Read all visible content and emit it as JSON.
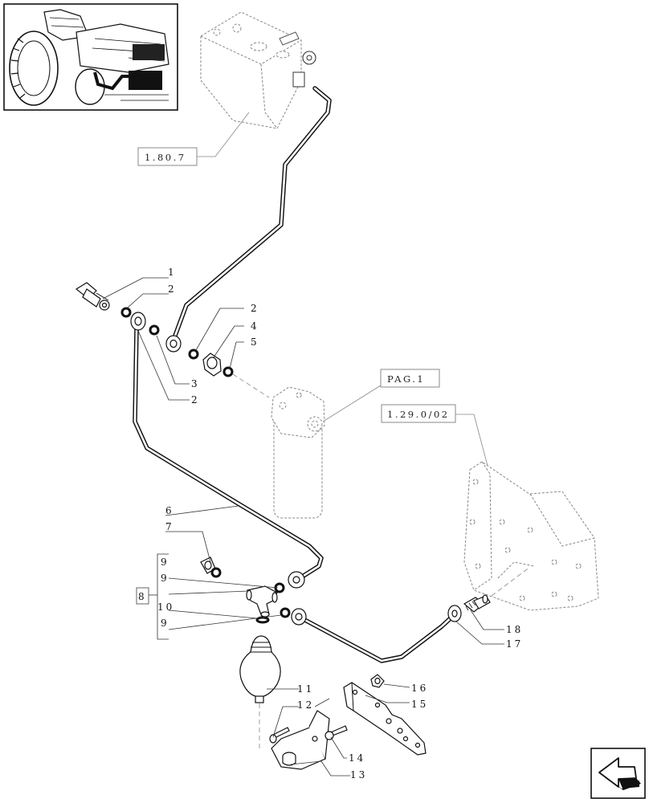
{
  "references": {
    "ref_a": "1.80.7",
    "ref_b": "PAG.1",
    "ref_c": "1.29.0/02"
  },
  "callouts": {
    "c1": "1",
    "c2a": "2",
    "c2b": "2",
    "c4": "4",
    "c5": "5",
    "c3": "3",
    "c2c": "2",
    "c6": "6",
    "c7": "7",
    "c8": "8",
    "c9a": "9",
    "c9b": "9",
    "c10": "10",
    "c9c": "9",
    "c11": "11",
    "c12": "12",
    "c13": "13",
    "c14": "14",
    "c15": "15",
    "c16": "16",
    "c17": "17",
    "c18": "18"
  },
  "icons": {
    "thumbnail": "tractor-location-thumbnail-icon",
    "navigation": "next-page-arrow-icon"
  },
  "colors": {
    "line": "#111111",
    "ghost_line": "#888888",
    "background": "#ffffff"
  }
}
